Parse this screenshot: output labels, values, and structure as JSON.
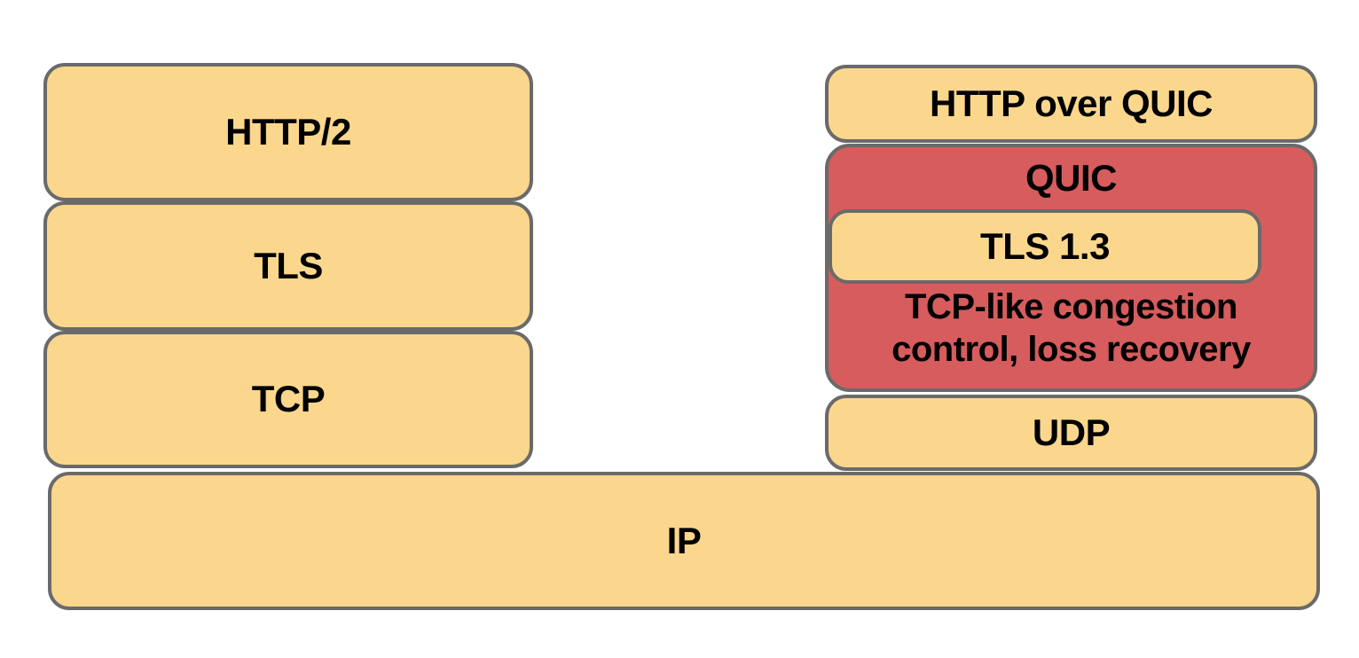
{
  "diagram": {
    "left_stack": {
      "layers": [
        {
          "label": "HTTP/2"
        },
        {
          "label": "TLS"
        },
        {
          "label": "TCP"
        }
      ]
    },
    "right_stack": {
      "top_label": "HTTP over QUIC",
      "quic_label": "QUIC",
      "tls_label": "TLS 1.3",
      "congestion_line1": "TCP-like congestion",
      "congestion_line2": "control, loss recovery",
      "udp_label": "UDP"
    },
    "base_label": "IP",
    "colors": {
      "layer_fill": "#FBD78D",
      "quic_fill": "#D65C5E",
      "border": "#6A6A6A",
      "text": "#000000"
    }
  }
}
